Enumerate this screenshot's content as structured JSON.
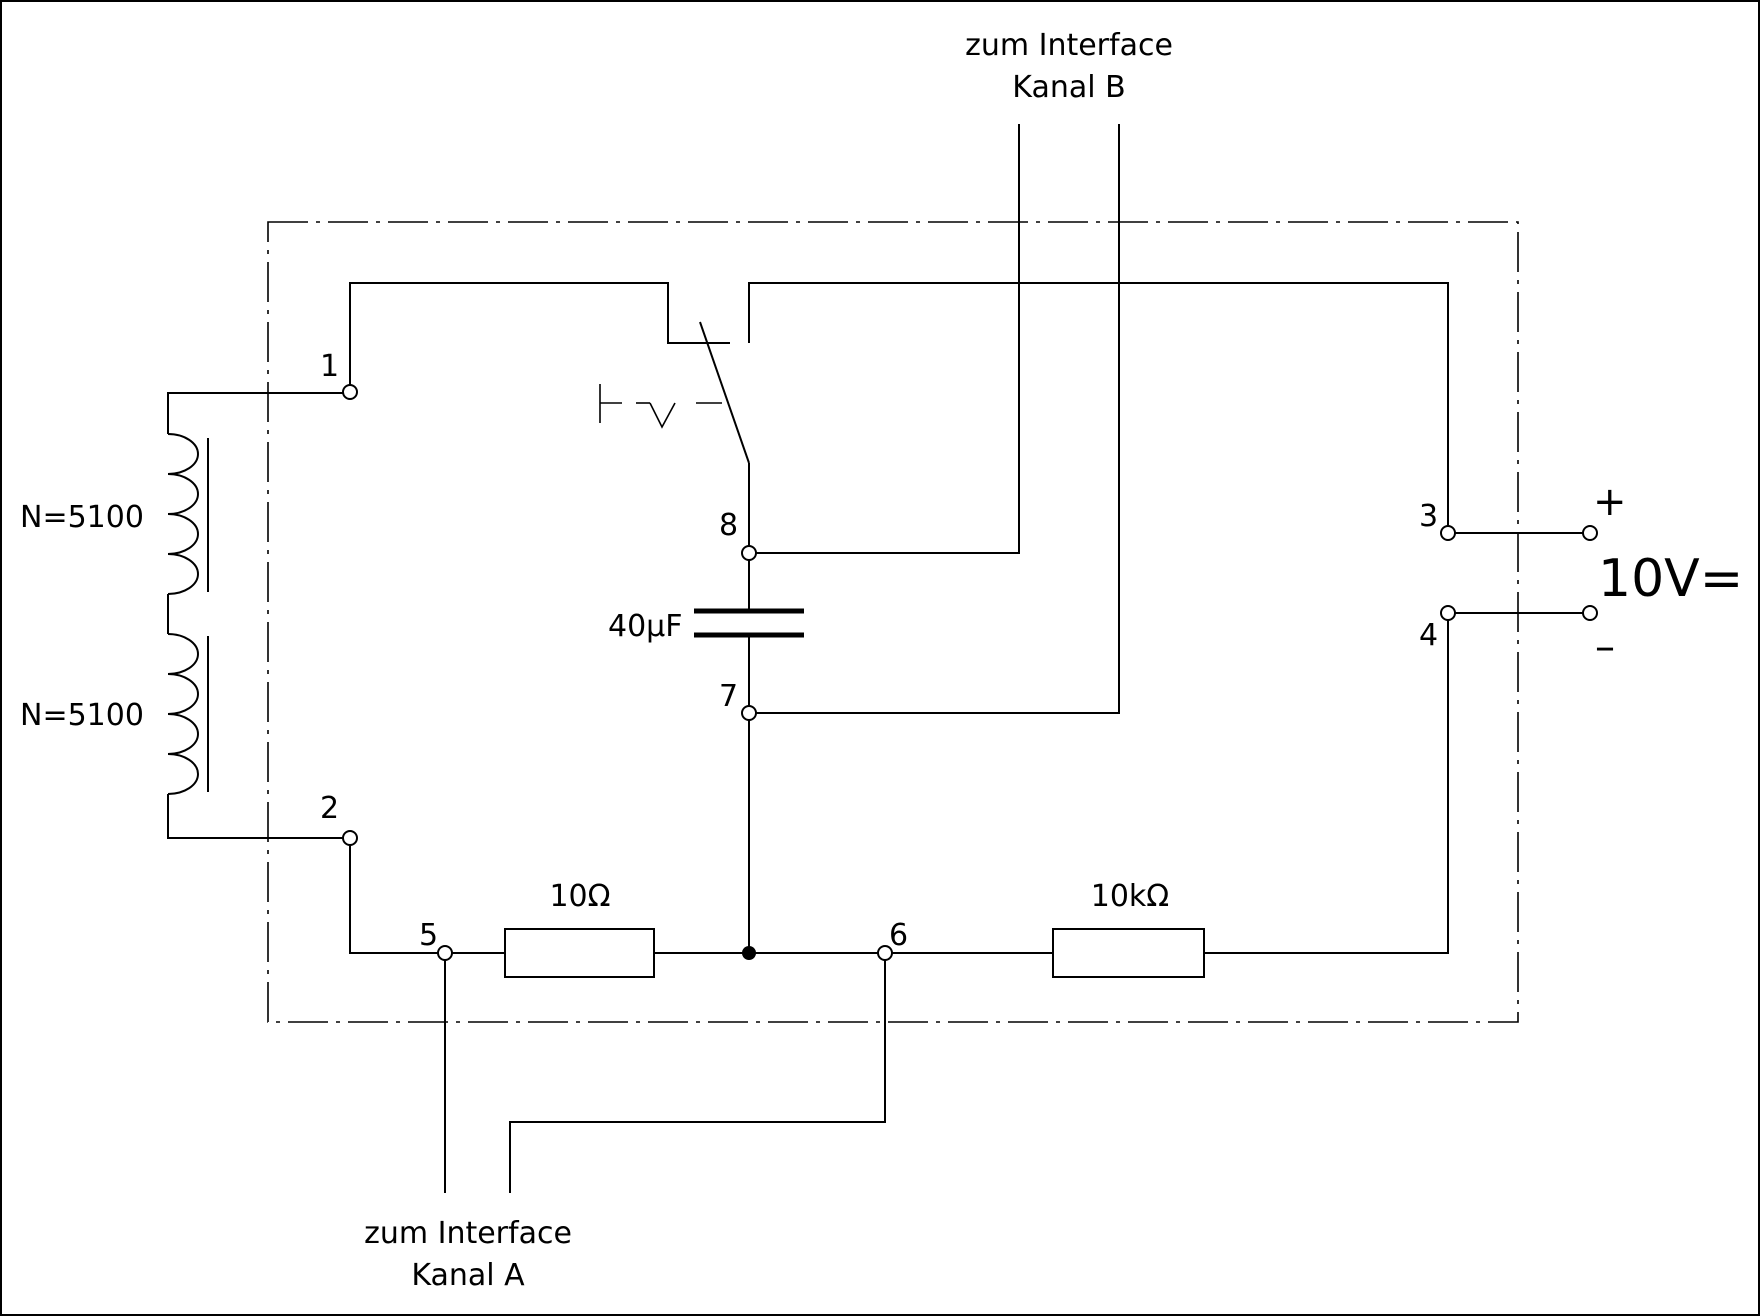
{
  "labels": {
    "channel_b_line1": "zum Interface",
    "channel_b_line2": "Kanal B",
    "channel_a_line1": "zum Interface",
    "channel_a_line2": "Kanal A",
    "coil_upper": "N=5100",
    "coil_lower": "N=5100",
    "capacitor": "40µF",
    "resistor_small": "10Ω",
    "resistor_large": "10kΩ",
    "supply_voltage": "10V=",
    "plus": "+",
    "minus": "–"
  },
  "terminals": {
    "t1": "1",
    "t2": "2",
    "t3": "3",
    "t4": "4",
    "t5": "5",
    "t6": "6",
    "t7": "7",
    "t8": "8"
  },
  "colors": {
    "line": "#000000",
    "background": "#ffffff"
  }
}
